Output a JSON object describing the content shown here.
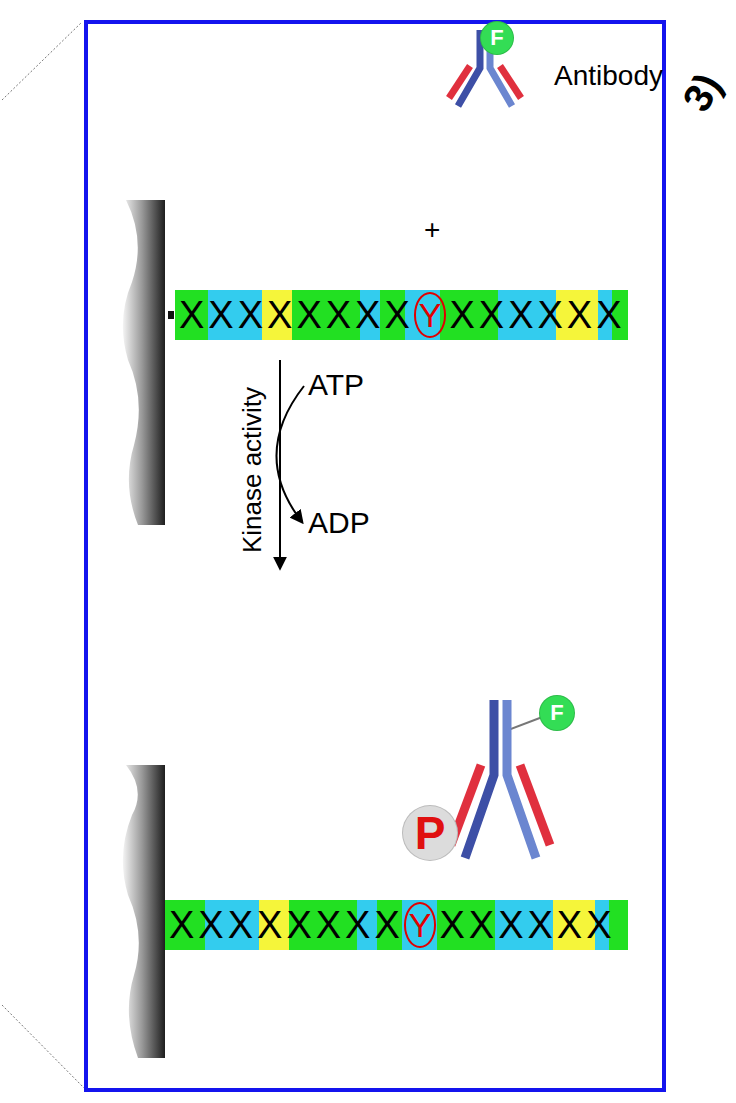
{
  "diagram": {
    "nodes": [
      {
        "text": [
          "F"
        ]
      },
      {
        "text": [
          "XXXXXXXX",
          "XXXXXX"
        ]
      },
      {
        "text": [
          "Y"
        ],
        "in": 1
      },
      {
        "text": [
          "F"
        ]
      },
      {
        "text": [
          "P"
        ]
      },
      {
        "text": [
          "XXXXXXXX",
          "XXXXXX"
        ]
      },
      {
        "text": [
          "Y"
        ],
        "in": 5
      }
    ],
    "labels": [
      "3)",
      "Antibody",
      "+",
      "Kinase activity",
      "ATP",
      "ADP"
    ]
  }
}
